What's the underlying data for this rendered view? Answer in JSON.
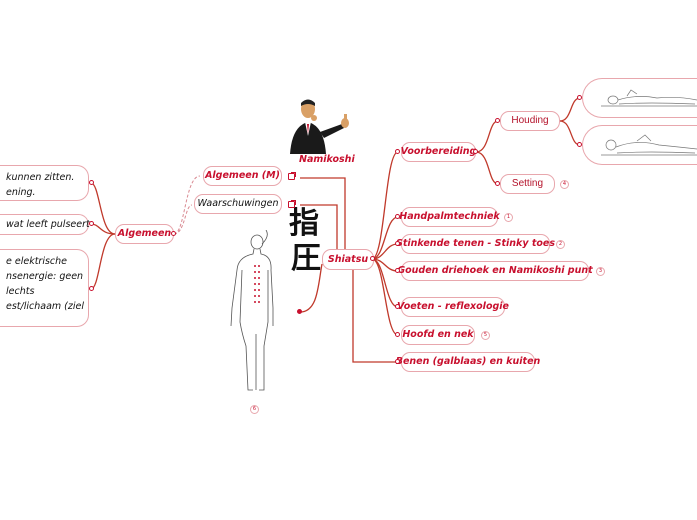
{
  "nodes": {
    "central": "Shiatsu",
    "voorbereiding": "Voorbereiding",
    "houding": "Houding",
    "setting": "Setting",
    "handpalmtechniek": "Handpalmtechniek",
    "stinkende_tenen": "Stinkende tenen - Stinky toes",
    "gouden_driehoek": "Gouden driehoek en Namikoshi punt",
    "voeten": "Voeten - reflexologie",
    "hoofd": "Hoofd en nek",
    "benen": "Benen (galblaas) en kuiten",
    "algemeen_m": "Algemeen (M)",
    "waarschuwingen": "Waarschuwingen",
    "algemeen": "Algemeen",
    "left_top_lines": [
      "kunnen zitten.",
      "ening."
    ],
    "left_mid": "wat leeft pulseert",
    "left_bottom_lines": [
      "e elektrische",
      "nsenergie: geen",
      "lechts",
      "est/lichaam (ziel"
    ]
  },
  "caption_namikoshi": "Namikoshi",
  "kanji": [
    "指",
    "圧"
  ],
  "badges": {
    "setting": "4",
    "handpalmtechniek": "1",
    "stinkende_tenen": "2",
    "gouden_driehoek": "3",
    "hoofd": "5",
    "body_figure": "6"
  },
  "icons": {
    "algemeen_m": "link-icon",
    "waarschuwingen": "link-icon",
    "person": "presenter-figure",
    "body": "back-acupressure-figure",
    "pose1": "lying-prone-figure",
    "pose2": "lying-supine-figure"
  },
  "colors": {
    "accent": "#c8102e",
    "border": "#e8a7ad",
    "branch": "#c0392b"
  }
}
